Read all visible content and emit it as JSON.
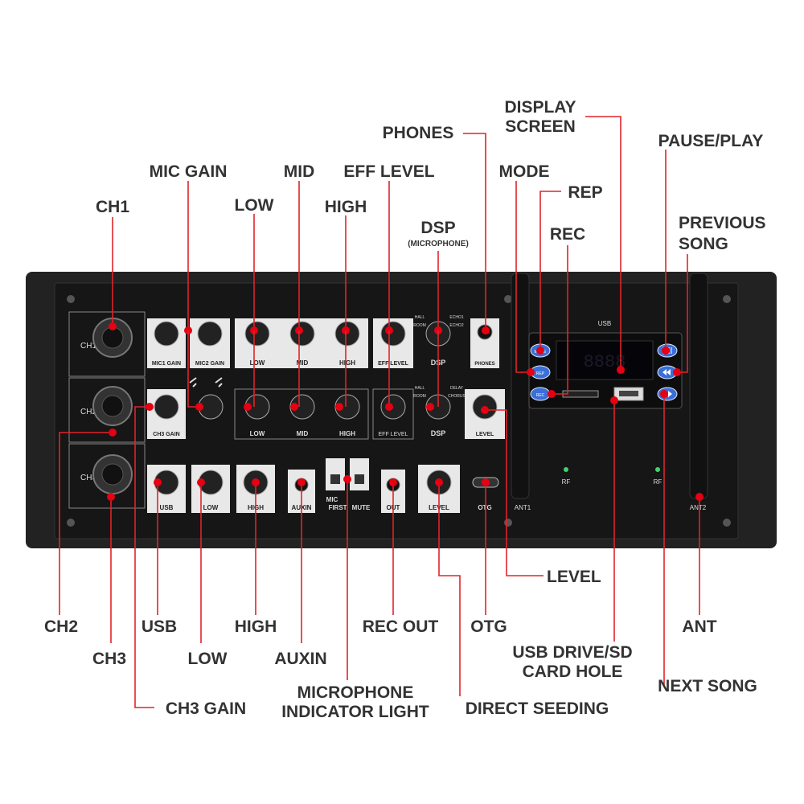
{
  "callouts": {
    "display_screen_1": "DISPLAY",
    "display_screen_2": "SCREEN",
    "phones": "PHONES",
    "pause_play": "PAUSE/PLAY",
    "mic_gain": "MIC GAIN",
    "mid": "MID",
    "eff_level": "EFF LEVEL",
    "mode": "MODE",
    "rep": "REP",
    "ch1": "CH1",
    "low": "LOW",
    "high": "HIGH",
    "dsp": "DSP",
    "dsp_sub": "(MICROPHONE)",
    "rec": "REC",
    "previous_song_1": "PREVIOUS",
    "previous_song_2": "SONG",
    "level": "LEVEL",
    "ch2": "CH2",
    "usb": "USB",
    "high_bottom": "HIGH",
    "rec_out": "REC OUT",
    "otg": "OTG",
    "ant": "ANT",
    "usb_drive_1": "USB DRIVE/SD",
    "usb_drive_2": "CARD HOLE",
    "ch3": "CH3",
    "low_bottom": "LOW",
    "auxin": "AUXIN",
    "next_song": "NEXT SONG",
    "microphone_indicator_1": "MICROPHONE",
    "microphone_indicator_2": "INDICATOR LIGHT",
    "ch3_gain": "CH3 GAIN",
    "direct_seeding": "DIRECT SEEDING"
  },
  "panel": {
    "ch1": "CH1",
    "ch2": "CH2",
    "ch3": "CH3",
    "mic1_gain": "MIC1 GAIN",
    "mic2_gain": "MIC2 GAIN",
    "low": "LOW",
    "mid": "MID",
    "high": "HIGH",
    "eff_level": "EFF LEVEL",
    "dsp": "DSP",
    "phones": "PHONES",
    "ch3_gain": "CH3 GAIN",
    "low2": "LOW",
    "mid2": "MID",
    "high2": "HIGH",
    "eff_level2": "EFF LEVEL",
    "dsp2": "DSP",
    "level": "LEVEL",
    "usb": "USB",
    "low3": "LOW",
    "high3": "HIGH",
    "auxin": "AUXIN",
    "mic_first_1": "MIC",
    "mic_first_2": "FIRST",
    "mute": "MUTE",
    "out": "OUT",
    "level2": "LEVEL",
    "otg": "OTG",
    "ant1": "ANT1",
    "ant2": "ANT2",
    "rf1": "RF",
    "rf2": "RF",
    "usb_module": "USB",
    "hall": "HALL",
    "room": "ROOM",
    "echo1": "ECHO1",
    "echo2": "ECHO2",
    "delay": "DELAY",
    "chorus": "CHORUS",
    "btn_mode": "MODE",
    "btn_rep": "REP",
    "btn_rec": "REC",
    "display_digits": "8888"
  },
  "colors": {
    "callout_line": "#e0242b",
    "callout_dot": "#e60012",
    "panel": "#1b1b1b",
    "button_blue": "#3a6fd8"
  },
  "icons": {
    "play_pause": "play-pause-icon",
    "previous": "previous-track-icon",
    "next": "next-track-icon",
    "guitar": "guitar-icon"
  }
}
